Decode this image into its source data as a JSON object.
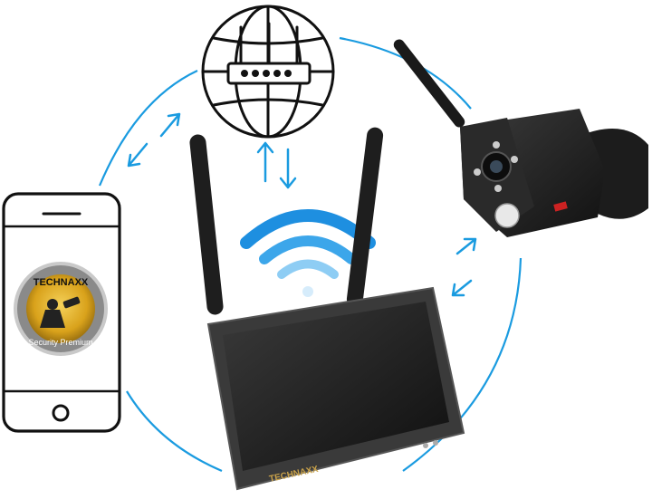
{
  "colors": {
    "accent_blue": "#1a9be0",
    "device_dark": "#2b2b2b",
    "outline": "#111111",
    "badge_gold": "#d9a21b"
  },
  "app_badge": {
    "brand": "TECHNAXX",
    "tagline": "Security Premium"
  },
  "monitor": {
    "brand": "TECHNAXX"
  },
  "icons": [
    "router-globe-icon",
    "smartphone-icon",
    "wifi-icon",
    "camera-icon",
    "monitor-icon",
    "bidirectional-arrow-icon"
  ]
}
